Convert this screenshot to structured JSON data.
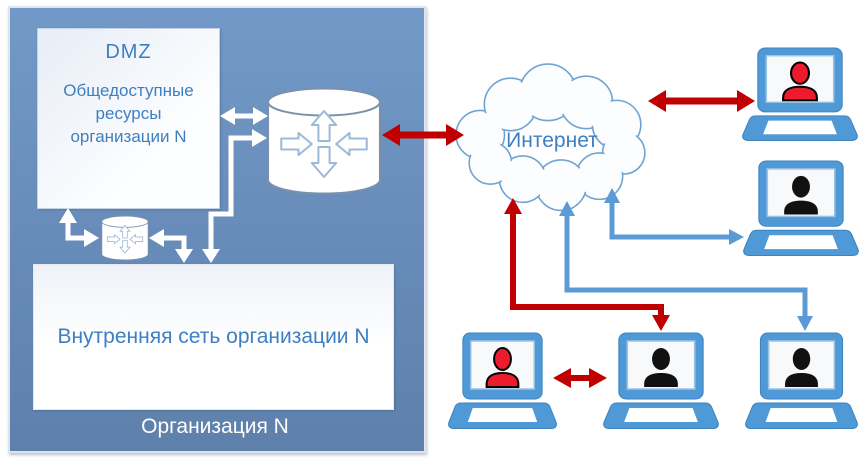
{
  "diagram_title": "DMZ network architecture",
  "organization": {
    "label": "Организация N",
    "dmz": {
      "title": "DMZ",
      "body": "Общедоступные ресурсы организации N"
    },
    "internal_network": {
      "label": "Внутренняя сеть организации N"
    },
    "nodes": [
      {
        "id": "edge-router",
        "type": "router-cylinder"
      },
      {
        "id": "internal-router",
        "type": "router-cylinder-small"
      }
    ]
  },
  "internet": {
    "label": "Интернет"
  },
  "laptops": [
    {
      "id": "laptop-top-right",
      "user": "red"
    },
    {
      "id": "laptop-mid-right",
      "user": "black"
    },
    {
      "id": "laptop-bottom-left",
      "user": "red"
    },
    {
      "id": "laptop-bottom-middle",
      "user": "black"
    },
    {
      "id": "laptop-bottom-right",
      "user": "black"
    }
  ],
  "connections": [
    {
      "from": "dmz",
      "to": "edge-router",
      "color": "white",
      "bidirectional": true
    },
    {
      "from": "edge-router",
      "to": "internal-network",
      "color": "white",
      "bidirectional": true
    },
    {
      "from": "dmz",
      "to": "internal-router",
      "color": "white",
      "bidirectional": true
    },
    {
      "from": "internal-router",
      "to": "internal-network",
      "color": "white",
      "bidirectional": true
    },
    {
      "from": "edge-router",
      "to": "internet",
      "color": "red",
      "bidirectional": true
    },
    {
      "from": "internet",
      "to": "laptop-top-right",
      "color": "red",
      "bidirectional": true
    },
    {
      "from": "internet",
      "to": "laptop-mid-right",
      "color": "blue",
      "bidirectional": true
    },
    {
      "from": "internet",
      "to": "laptop-bottom-middle",
      "color": "red",
      "bidirectional": true
    },
    {
      "from": "internet",
      "to": "laptop-bottom-right",
      "color": "blue",
      "bidirectional": true
    },
    {
      "from": "laptop-bottom-left",
      "to": "laptop-bottom-middle",
      "color": "red",
      "bidirectional": true
    }
  ],
  "colors": {
    "org-fill-top": "#7299c8",
    "org-fill-bottom": "#5e80ab",
    "diagram-text-blue": "#3e7fc1",
    "white-arrow": "#ffffff",
    "red-arrow": "#c00000",
    "blue-arrow": "#5b9bd5",
    "laptop-blue": "#4f9ad6",
    "person-red": "#ed1b2e",
    "person-black": "#111111",
    "cloud-stroke": "#71a3d2",
    "cylinder-stroke": "#7b90aa",
    "cylinder-arrow": "#9db9da"
  }
}
